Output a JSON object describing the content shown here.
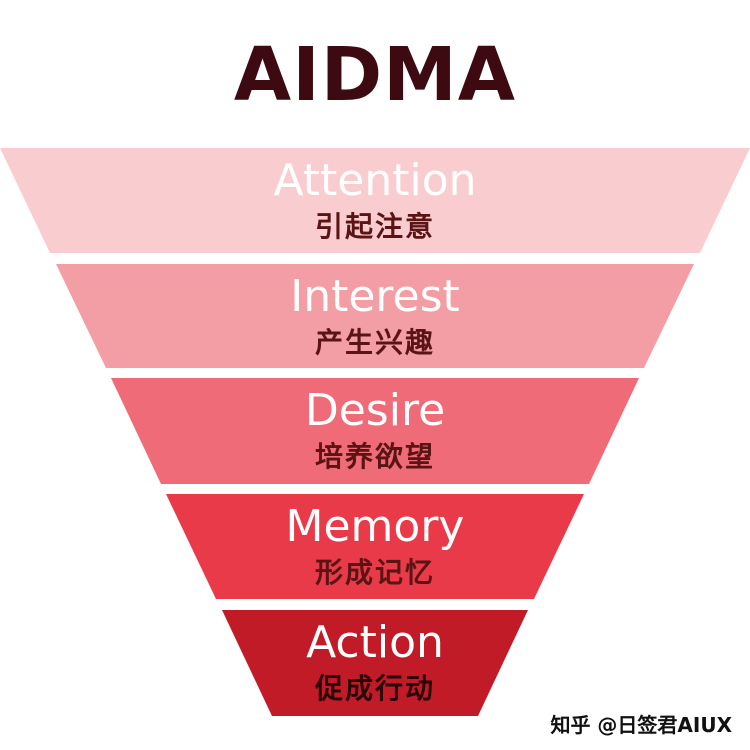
{
  "title": "AIDMA",
  "stages": [
    {
      "label": "Attention",
      "sub": "引起注意",
      "color": "#f9cdd0"
    },
    {
      "label": "Interest",
      "sub": "产生兴趣",
      "color": "#f39ea5"
    },
    {
      "label": "Desire",
      "sub": "培养欲望",
      "color": "#ef6b77"
    },
    {
      "label": "Memory",
      "sub": "形成记忆",
      "color": "#e83a48"
    },
    {
      "label": "Action",
      "sub": "促成行动",
      "color": "#c11b28"
    }
  ],
  "watermark": "知乎 @日签君AIUX"
}
